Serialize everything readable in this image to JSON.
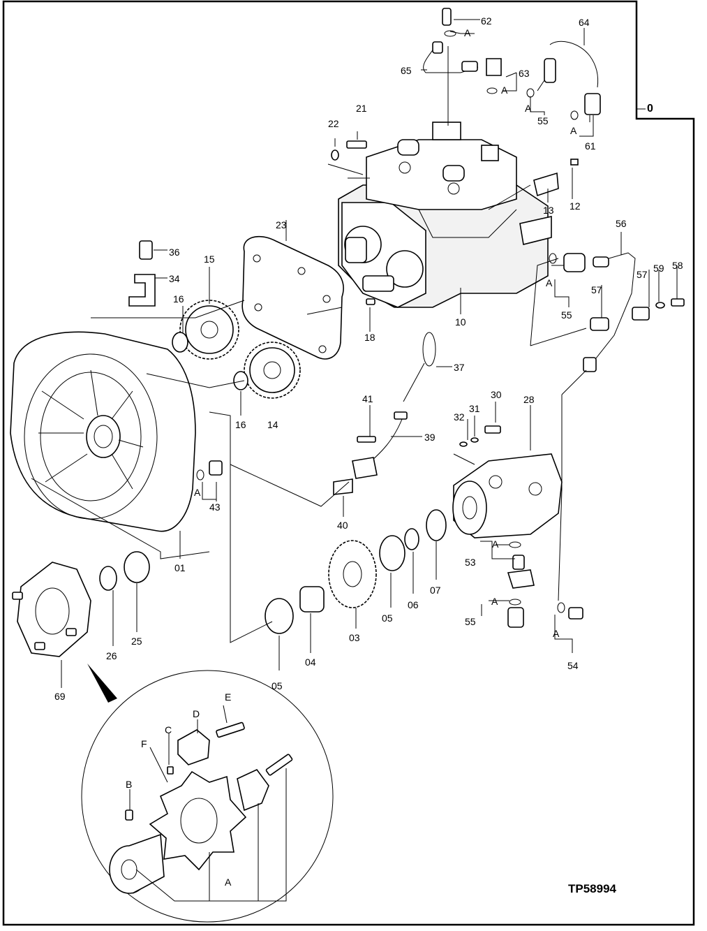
{
  "figure": {
    "group_number": "0",
    "figure_code": "TP58994",
    "callouts": [
      {
        "id": "c62",
        "text": "62"
      },
      {
        "id": "c64",
        "text": "64"
      },
      {
        "id": "c65",
        "text": "65"
      },
      {
        "id": "c63",
        "text": "63"
      },
      {
        "id": "c55a",
        "text": "55"
      },
      {
        "id": "c61",
        "text": "61"
      },
      {
        "id": "c21",
        "text": "21"
      },
      {
        "id": "c22",
        "text": "22"
      },
      {
        "id": "c13",
        "text": "13"
      },
      {
        "id": "c12",
        "text": "12"
      },
      {
        "id": "c23",
        "text": "23"
      },
      {
        "id": "c56",
        "text": "56"
      },
      {
        "id": "c36",
        "text": "36"
      },
      {
        "id": "c15",
        "text": "15"
      },
      {
        "id": "c34",
        "text": "34"
      },
      {
        "id": "c16a",
        "text": "16"
      },
      {
        "id": "c58",
        "text": "58"
      },
      {
        "id": "c59",
        "text": "59"
      },
      {
        "id": "c57a",
        "text": "57"
      },
      {
        "id": "c57b",
        "text": "57"
      },
      {
        "id": "c55b",
        "text": "55"
      },
      {
        "id": "c10",
        "text": "10"
      },
      {
        "id": "c18",
        "text": "18"
      },
      {
        "id": "c37",
        "text": "37"
      },
      {
        "id": "c16b",
        "text": "16"
      },
      {
        "id": "c14",
        "text": "14"
      },
      {
        "id": "c41",
        "text": "41"
      },
      {
        "id": "c32",
        "text": "32"
      },
      {
        "id": "c31",
        "text": "31"
      },
      {
        "id": "c30",
        "text": "30"
      },
      {
        "id": "c28",
        "text": "28"
      },
      {
        "id": "c39",
        "text": "39"
      },
      {
        "id": "c43",
        "text": "43"
      },
      {
        "id": "c40",
        "text": "40"
      },
      {
        "id": "c01",
        "text": "01"
      },
      {
        "id": "c53",
        "text": "53"
      },
      {
        "id": "c07",
        "text": "07"
      },
      {
        "id": "c06",
        "text": "06"
      },
      {
        "id": "c05a",
        "text": "05"
      },
      {
        "id": "c03",
        "text": "03"
      },
      {
        "id": "c04",
        "text": "04"
      },
      {
        "id": "c05b",
        "text": "05"
      },
      {
        "id": "c26",
        "text": "26"
      },
      {
        "id": "c25",
        "text": "25"
      },
      {
        "id": "c55c",
        "text": "55"
      },
      {
        "id": "c54",
        "text": "54"
      },
      {
        "id": "c69",
        "text": "69"
      }
    ],
    "seal_markers": [
      {
        "id": "a1",
        "text": "A"
      },
      {
        "id": "a2",
        "text": "A"
      },
      {
        "id": "a3",
        "text": "A"
      },
      {
        "id": "a4",
        "text": "A"
      },
      {
        "id": "a5",
        "text": "A"
      },
      {
        "id": "a6",
        "text": "A"
      },
      {
        "id": "a7",
        "text": "A"
      },
      {
        "id": "a8",
        "text": "A"
      },
      {
        "id": "a9",
        "text": "A"
      }
    ],
    "detail_letters": [
      {
        "id": "dB",
        "text": "B"
      },
      {
        "id": "dC",
        "text": "C"
      },
      {
        "id": "dD",
        "text": "D"
      },
      {
        "id": "dE",
        "text": "E"
      },
      {
        "id": "dF",
        "text": "F"
      },
      {
        "id": "dA",
        "text": "A"
      }
    ]
  }
}
